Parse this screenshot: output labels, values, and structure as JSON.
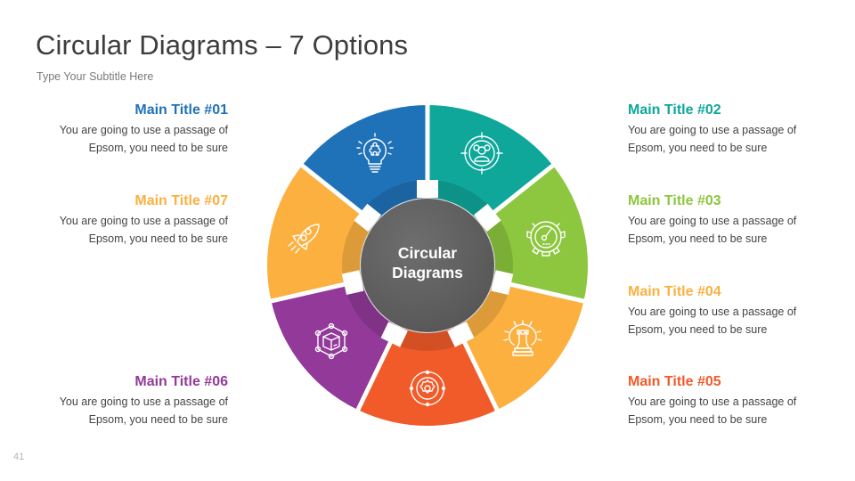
{
  "header": {
    "title": "Circular Diagrams – 7 Options",
    "subtitle": "Type Your Subtitle Here"
  },
  "page_number": "41",
  "center": {
    "line1": "Circular",
    "line2": "Diagrams",
    "color": "#626262"
  },
  "items": [
    {
      "id": "01",
      "title": "Main Title #01",
      "line1": "You are going to use a passage of",
      "line2": "Epsom, you need to be sure",
      "color": "#1f72b8",
      "icon": "lightbulb-puzzle-icon"
    },
    {
      "id": "02",
      "title": "Main Title #02",
      "line1": "You are going to use a passage of",
      "line2": "Epsom, you need to be sure",
      "color": "#0ea79a",
      "icon": "team-target-icon"
    },
    {
      "id": "03",
      "title": "Main Title #03",
      "line1": "You are going to use a passage of",
      "line2": "Epsom, you need to be sure",
      "color": "#8dc63f",
      "icon": "gauge-gear-icon"
    },
    {
      "id": "04",
      "title": "Main Title #04",
      "line1": "You are going to use a passage of",
      "line2": "Epsom, you need to be sure",
      "color": "#fbb040",
      "icon": "chess-rook-gear-icon"
    },
    {
      "id": "05",
      "title": "Main Title #05",
      "line1": "You are going to use a passage of",
      "line2": "Epsom, you need to be sure",
      "color": "#f15a29",
      "icon": "gear-cycle-icon"
    },
    {
      "id": "06",
      "title": "Main Title #06",
      "line1": "You are going to use a passage of",
      "line2": "Epsom, you need to be sure",
      "color": "#92399a",
      "icon": "box-network-icon"
    },
    {
      "id": "07",
      "title": "Main Title #07",
      "line1": "You are going to use a passage of",
      "line2": "Epsom, you need to be sure",
      "color": "#fbb040",
      "icon": "rocket-icon"
    }
  ]
}
